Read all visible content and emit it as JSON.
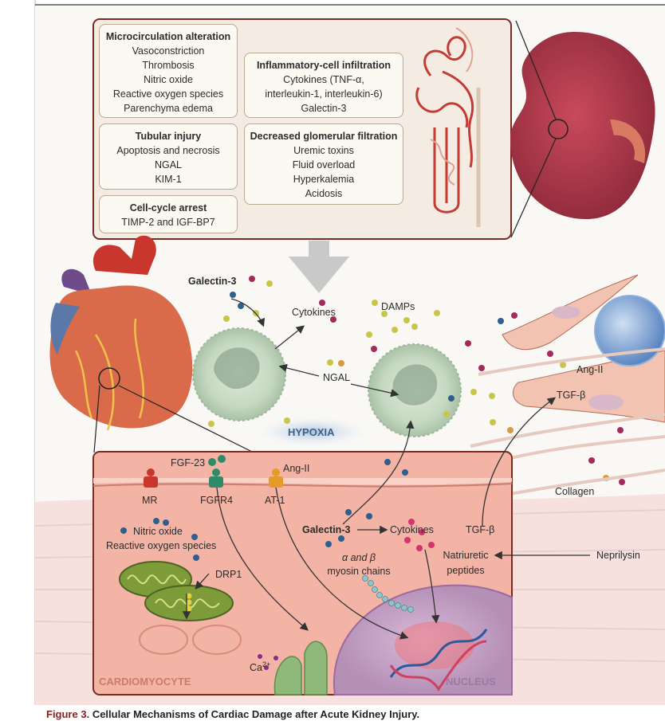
{
  "figure": {
    "caption_number": "Figure 3.",
    "caption_title": "Cellular Mechanisms of Cardiac Damage after Acute Kidney Injury."
  },
  "kidney_panel": {
    "boxes": [
      {
        "id": "microcirculation",
        "title": "Microcirculation alteration",
        "items": [
          "Vasoconstriction",
          "Thrombosis",
          "Nitric oxide",
          "Reactive oxygen species",
          "Parenchyma edema"
        ]
      },
      {
        "id": "inflammatory",
        "title": "Inflammatory-cell infiltration",
        "items": [
          "Cytokines (TNF-α,",
          "interleukin-1, interleukin-6)",
          "Galectin-3"
        ]
      },
      {
        "id": "tubular",
        "title": "Tubular injury",
        "items": [
          "Apoptosis and necrosis",
          "NGAL",
          "KIM-1"
        ]
      },
      {
        "id": "glomerular",
        "title": "Decreased glomerular filtration",
        "items": [
          "Uremic toxins",
          "Fluid overload",
          "Hyperkalemia",
          "Acidosis"
        ]
      },
      {
        "id": "cellcycle",
        "title": "Cell-cycle arrest",
        "items": [
          "TIMP-2 and IGF-BP7"
        ]
      }
    ]
  },
  "inflammation_panel": {
    "galectin": "Galectin-3",
    "cytokines": "Cytokines",
    "damps": "DAMPs",
    "ngal": "NGAL",
    "hypoxia": "HYPOXIA"
  },
  "fibroblast_panel": {
    "ang2": "Ang-II",
    "tgf": "TGF-β",
    "collagen": "Collagen",
    "neprilysin": "Neprilysin"
  },
  "cardiomyocyte_panel": {
    "fgf23": "FGF-23",
    "ang2": "Ang-II",
    "receptors": [
      "MR",
      "FGFR4",
      "AT-1"
    ],
    "no_ros": [
      "Nitric oxide",
      "Reactive oxygen species"
    ],
    "drp1": "DRP1",
    "galectin": "Galectin-3",
    "cytokines": "Cytokines",
    "tgf": "TGF-β",
    "myosin": [
      "α and β",
      "myosin chains"
    ],
    "natriuretic": [
      "Natriuretic",
      "peptides"
    ],
    "calcium": "Ca",
    "calcium_sup": "2+",
    "cell_label": "CARDIOMYOCYTE",
    "nucleus_label": "NUCLEUS"
  },
  "colors": {
    "accent_red": "#c8362d",
    "box_border": "#b9a98f",
    "myocyte_fill": "#f3b3a5",
    "nucleus_fill": "#c9a7c9",
    "neutrophil": "#b7cdb6"
  }
}
